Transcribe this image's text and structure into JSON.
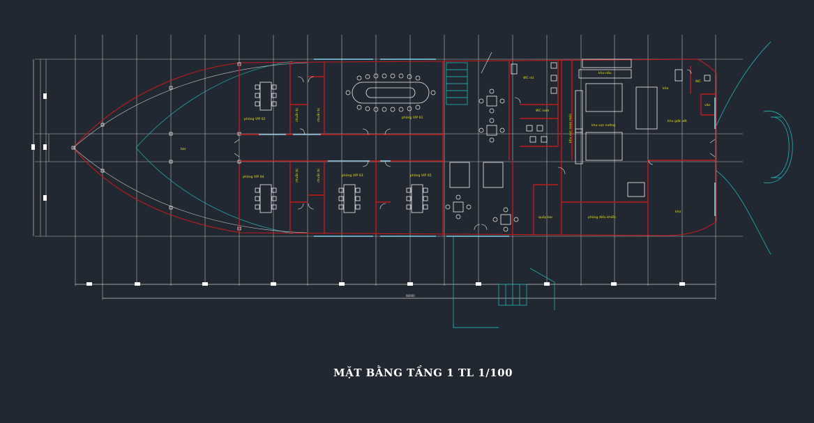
{
  "drawing": {
    "title": "MẶT BẰNG TẦNG 1 TL 1/100",
    "overall_dimension": "66000",
    "rooms": {
      "bar_bow": "bar",
      "vip2": "phòng VIP 02",
      "vip1": "phòng VIP 01",
      "vip4": "phòng VIP 04",
      "vip3": "phòng VIP 03",
      "vip5": "phòng VIP 05",
      "store_1": "chuẩn bị",
      "store_2": "chuẩn bị",
      "store_3": "chuẩn bị",
      "store_4": "chuẩn bị",
      "wc_male": "WC nữ",
      "wc_female": "WC nam",
      "kitchen": "khu nấu",
      "prep_area": "khu vực nướng",
      "kitchen_corridor": "khu vực soạn món",
      "wash_area": "khu giặt ướt",
      "storage_top": "kho",
      "wc_staff": "WC",
      "control_room": "phòng điều khiển",
      "storage_bottom": "kho",
      "bar_counter": "quầy bar",
      "office": "văn"
    },
    "colors": {
      "background": "#222832",
      "grid": "#b9b9b9",
      "wall": "#c11b1b",
      "furniture": "#f2f2f2",
      "label": "#e8e000",
      "stair": "#1fa7a7",
      "window": "#7fd0e6"
    }
  }
}
